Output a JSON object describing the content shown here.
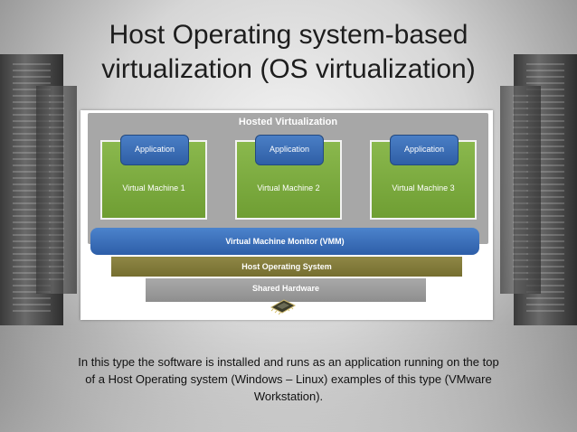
{
  "slide": {
    "title_line1": "Host Operating system-based",
    "title_line2": "virtualization (OS virtualization)",
    "caption_line1": "In this type the software is installed and runs as an application running on the top",
    "caption_line2": "of a Host Operating system (Windows – Linux) examples of this type (VMware",
    "caption_line3": "Workstation)."
  },
  "diagram": {
    "hosted_title": "Hosted Virtualization",
    "vms": [
      {
        "app": "Application",
        "label": "Virtual Machine 1"
      },
      {
        "app": "Application",
        "label": "Virtual Machine 2"
      },
      {
        "app": "Application",
        "label": "Virtual Machine 3"
      }
    ],
    "vmm": "Virtual Machine Monitor (VMM)",
    "host_os": "Host Operating System",
    "shared_hw": "Shared Hardware",
    "hardware_icon": "cpu-chip-icon",
    "colors": {
      "application": "#3a6db5",
      "vm": "#7eab41",
      "vmm": "#3d72bd",
      "host_os": "#837b3a",
      "shared_hw": "#9e9e9e"
    }
  }
}
